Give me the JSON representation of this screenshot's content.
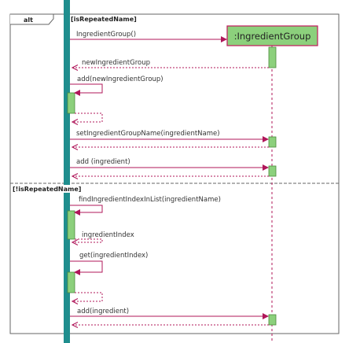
{
  "fragment": {
    "operator": "alt",
    "guard_top": "[isRepeatedName]",
    "guard_bottom": "[!isRepeatedName]"
  },
  "participant": {
    "name": ":IngredientGroup"
  },
  "messages": [
    {
      "id": "m1",
      "text": "IngredientGroup()",
      "kind": "create"
    },
    {
      "id": "m2",
      "text": "newIngredientGroup",
      "kind": "return"
    },
    {
      "id": "m3",
      "text": "add(newIngredientGroup)",
      "kind": "self"
    },
    {
      "id": "m4",
      "text": "",
      "kind": "return"
    },
    {
      "id": "m5",
      "text": "setIngredientGroupName(ingredientName)",
      "kind": "call"
    },
    {
      "id": "m6",
      "text": "",
      "kind": "return"
    },
    {
      "id": "m7",
      "text": "add (ingredient)",
      "kind": "call"
    },
    {
      "id": "m8",
      "text": "",
      "kind": "return"
    },
    {
      "id": "m9",
      "text": "findIngredientIndexInList(ingredientName)",
      "kind": "self"
    },
    {
      "id": "m10",
      "text": "ingredientIndex",
      "kind": "return"
    },
    {
      "id": "m11",
      "text": "get(ingredientIndex)",
      "kind": "self"
    },
    {
      "id": "m12",
      "text": "",
      "kind": "return"
    },
    {
      "id": "m13",
      "text": "add(ingredient)",
      "kind": "call"
    },
    {
      "id": "m14",
      "text": "",
      "kind": "return"
    }
  ],
  "colors": {
    "lifeline": "#1f8e8e",
    "activation": "#8cd07c",
    "activation_border": "#4a8a3a",
    "message": "#b0175a",
    "participant_fill": "#8cd07c",
    "participant_border": "#c0185c"
  }
}
